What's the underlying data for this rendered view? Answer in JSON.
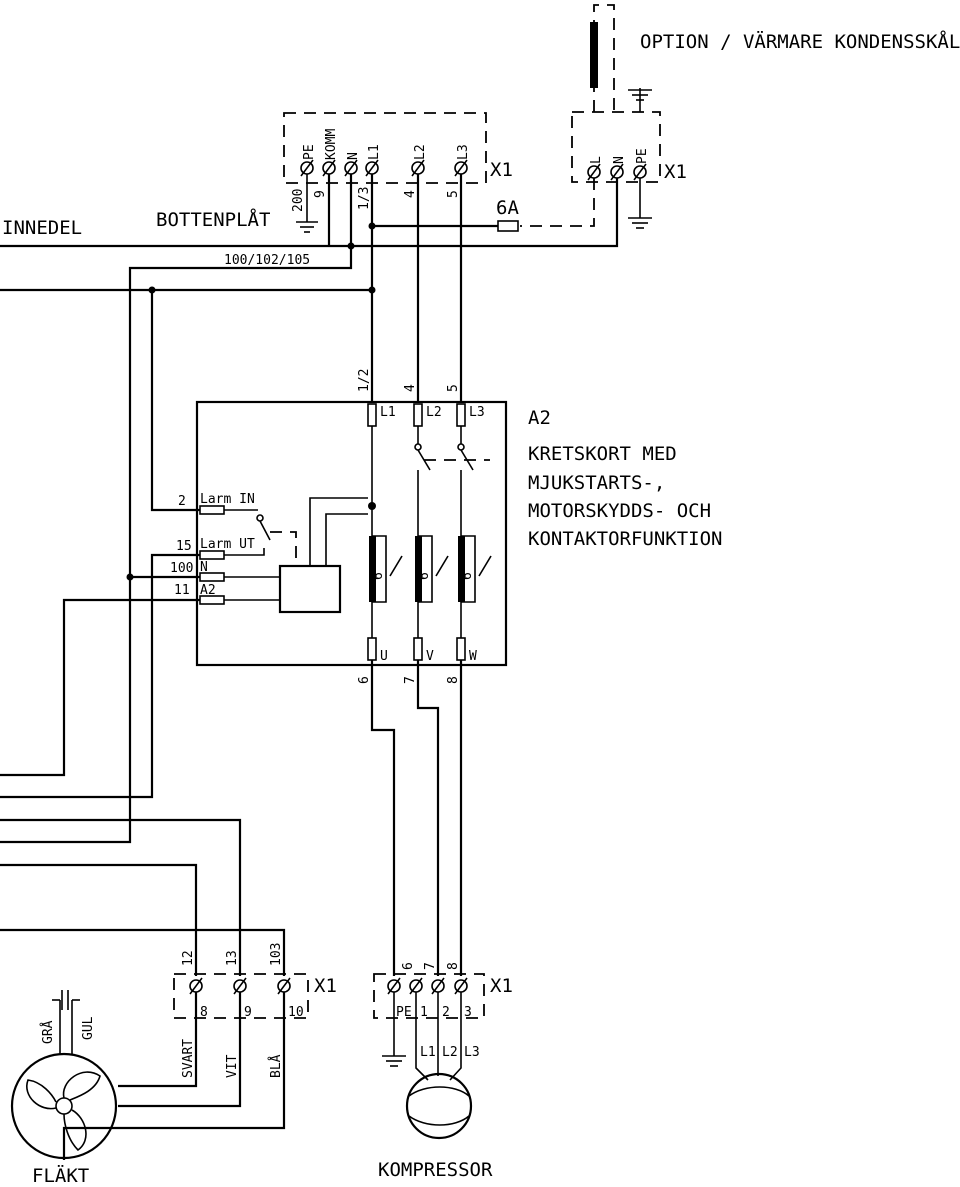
{
  "heater": {
    "option_label": "OPTION / VÄRMARE KONDENSSKÅL",
    "terminals": [
      "L",
      "N",
      "PE"
    ],
    "block_label": "X1",
    "fuse_label": "6A"
  },
  "power_block": {
    "terminals": [
      "PE",
      "KOMM",
      "N",
      "L1",
      "L2",
      "L3"
    ],
    "block_label": "X1",
    "wire_numbers": [
      "200",
      "9",
      "1/3",
      "4",
      "5"
    ]
  },
  "labels": {
    "innedel": "INNEDEL",
    "bottenplat": "BOTTENPLÅT",
    "bus_number": "100/102/105"
  },
  "a2": {
    "title": "A2",
    "description": [
      "KRETSKORT MED",
      "MJUKSTARTS-,",
      "MOTORSKYDDS- OCH",
      "KONTAKTORFUNKTION"
    ],
    "top_wire_numbers": [
      "1/2",
      "4",
      "5"
    ],
    "top_terminals": [
      "L1",
      "L2",
      "L3"
    ],
    "bottom_terminals": [
      "U",
      "V",
      "W"
    ],
    "bottom_wire_numbers": [
      "6",
      "7",
      "8"
    ],
    "left_terminals": [
      "Larm IN",
      "Larm UT",
      "N",
      "A2"
    ],
    "left_wire_numbers": [
      "2",
      "15",
      "100",
      "11"
    ],
    "overload_digit": "6"
  },
  "fan_block": {
    "wire_numbers": [
      "12",
      "13",
      "103"
    ],
    "terminals": [
      "8",
      "9",
      "10"
    ],
    "block_label": "X1",
    "wire_colors": [
      "SVART",
      "VIT",
      "BLÅ"
    ],
    "cap_wires": [
      "GRÅ",
      "GUL"
    ],
    "name": "FLÄKT"
  },
  "comp_block": {
    "wire_numbers": [
      "6",
      "7",
      "8"
    ],
    "terminals": [
      "PE",
      "1",
      "2",
      "3"
    ],
    "block_label": "X1",
    "phases": [
      "L1",
      "L2",
      "L3"
    ],
    "name": "KOMPRESSOR"
  }
}
